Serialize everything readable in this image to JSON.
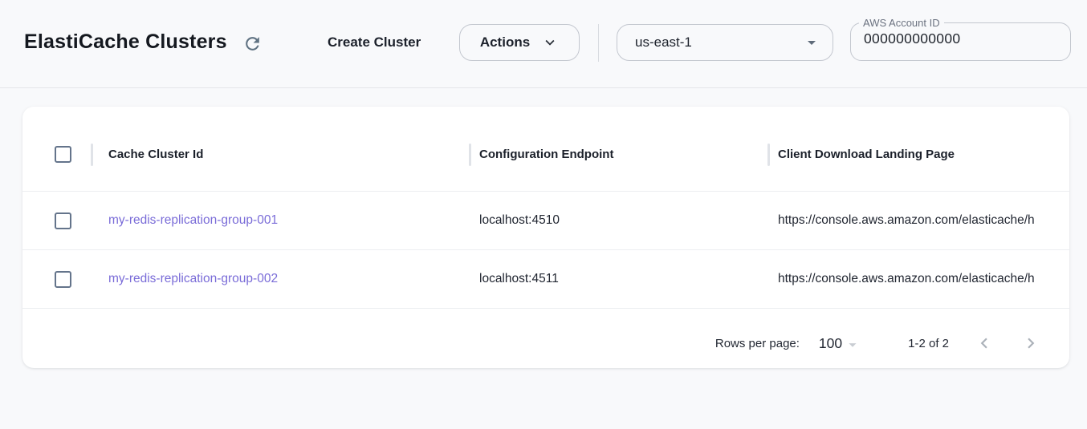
{
  "header": {
    "title": "ElastiCache Clusters",
    "create_button_label": "Create Cluster",
    "actions_button_label": "Actions",
    "region_select": {
      "selected_value": "us-east-1"
    },
    "account_field": {
      "label": "AWS Account ID",
      "value": "000000000000"
    }
  },
  "table": {
    "columns": [
      {
        "label": "Cache Cluster Id"
      },
      {
        "label": "Configuration Endpoint"
      },
      {
        "label": "Client Download Landing Page"
      }
    ],
    "rows": [
      {
        "id": "my-redis-replication-group-001",
        "endpoint": "localhost:4510",
        "landing_page": "https://console.aws.amazon.com/elasticache/h"
      },
      {
        "id": "my-redis-replication-group-002",
        "endpoint": "localhost:4511",
        "landing_page": "https://console.aws.amazon.com/elasticache/h"
      }
    ],
    "pagination": {
      "rows_per_page_label": "Rows per page:",
      "rows_per_page_value": "100",
      "range_label": "1-2 of 2"
    }
  },
  "icons": {
    "refresh": "refresh-icon (circular arrow)",
    "chevron_down": "chevron-down-icon",
    "dropdown_arrow": "filled triangle down",
    "chevron_left": "chevron-left-icon",
    "chevron_right": "chevron-right-icon"
  },
  "colors": {
    "link": "#7a6cd8",
    "checkbox_border": "#64748b",
    "icon_gray": "#5f7282",
    "disabled_nav_gray": "#abb1b9",
    "page_background": "#f8f9fb",
    "card_background": "#ffffff"
  }
}
